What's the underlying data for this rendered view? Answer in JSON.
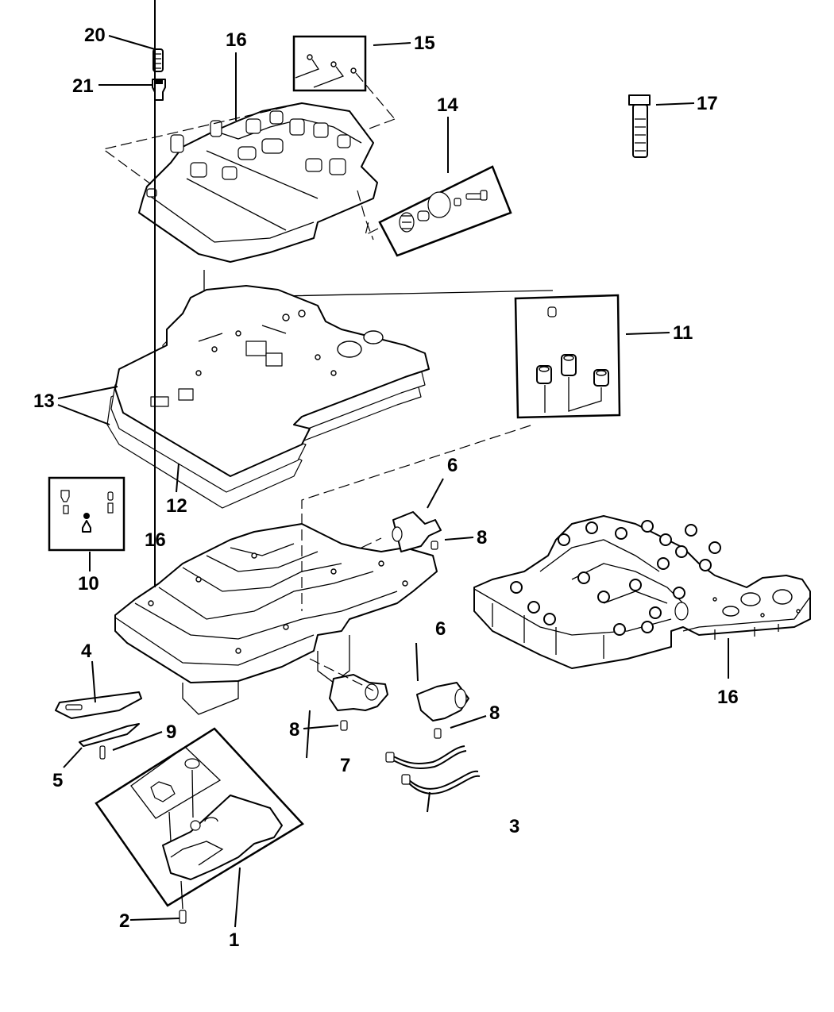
{
  "diagram": {
    "title": "Valve Body Assembly - Exploded View",
    "background_color": "#ffffff",
    "line_color": "#000000",
    "callouts": [
      {
        "id": "callout-1",
        "label": "1",
        "part": "oil-filter-pan-kit"
      },
      {
        "id": "callout-2",
        "label": "2",
        "part": "filter-bolt"
      },
      {
        "id": "callout-3",
        "label": "3",
        "part": "wiring-harness"
      },
      {
        "id": "callout-4",
        "label": "4",
        "part": "bracket-upper"
      },
      {
        "id": "callout-5",
        "label": "5",
        "part": "bracket-lower"
      },
      {
        "id": "callout-6a",
        "label": "6",
        "part": "solenoid-upper"
      },
      {
        "id": "callout-6b",
        "label": "6",
        "part": "solenoid-lower"
      },
      {
        "id": "callout-7",
        "label": "7",
        "part": "solenoid-with-connector"
      },
      {
        "id": "callout-8a",
        "label": "8",
        "part": "solenoid-bolt-upper"
      },
      {
        "id": "callout-8b",
        "label": "8",
        "part": "solenoid-bolt-middle"
      },
      {
        "id": "callout-8c",
        "label": "8",
        "part": "solenoid-bolt-right"
      },
      {
        "id": "callout-9",
        "label": "9",
        "part": "bracket-screw"
      },
      {
        "id": "callout-10",
        "label": "10",
        "part": "check-valve-kit"
      },
      {
        "id": "callout-11",
        "label": "11",
        "part": "accumulator-kit"
      },
      {
        "id": "callout-12",
        "label": "12",
        "part": "separator-plate"
      },
      {
        "id": "callout-13",
        "label": "13",
        "part": "gaskets"
      },
      {
        "id": "callout-14",
        "label": "14",
        "part": "pressure-regulator-kit"
      },
      {
        "id": "callout-15",
        "label": "15",
        "part": "ball-kit"
      },
      {
        "id": "callout-16a",
        "label": "16",
        "part": "upper-valve-body"
      },
      {
        "id": "callout-16b",
        "label": "16",
        "part": "lower-valve-body"
      },
      {
        "id": "callout-16c",
        "label": "16",
        "part": "valve-body-assembly"
      },
      {
        "id": "callout-17",
        "label": "17",
        "part": "valve-body-bolt"
      },
      {
        "id": "callout-20",
        "label": "20",
        "part": "spring"
      },
      {
        "id": "callout-21",
        "label": "21",
        "part": "plug"
      }
    ]
  }
}
